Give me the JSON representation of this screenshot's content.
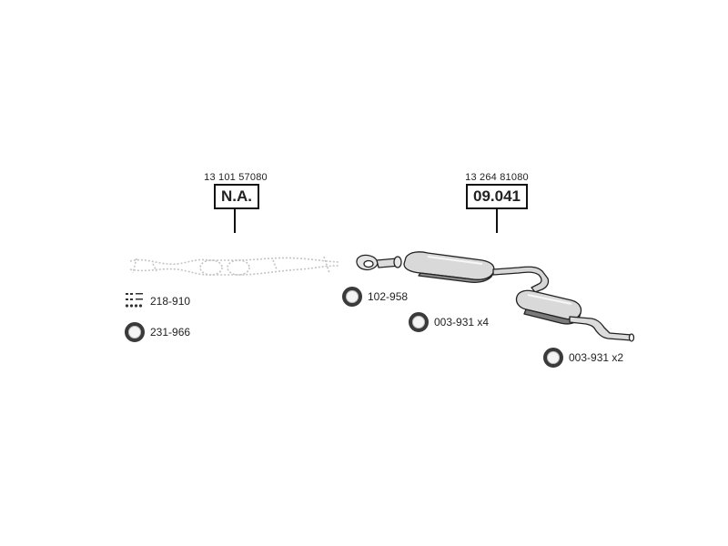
{
  "assemblies": [
    {
      "part_number": "13 101 57080",
      "reference": "N.A."
    },
    {
      "part_number": "13 264 81080",
      "reference": "09.041"
    }
  ],
  "accessories": [
    {
      "code": "218-910",
      "icon": "clamp-kit-icon"
    },
    {
      "code": "231-966",
      "icon": "gasket-ring-icon"
    },
    {
      "code": "102-958",
      "icon": "gasket-ring-icon"
    },
    {
      "code": "003-931 x4",
      "icon": "rubber-mount-ring-icon"
    },
    {
      "code": "003-931 x2",
      "icon": "rubber-mount-ring-icon"
    }
  ],
  "colors": {
    "line": "#111111",
    "pipe_fill": "#d9d9d9",
    "pipe_shade": "#8a8a8a",
    "ghost_pipe": "#c8c8c8",
    "ring": "#3a3a3a"
  }
}
